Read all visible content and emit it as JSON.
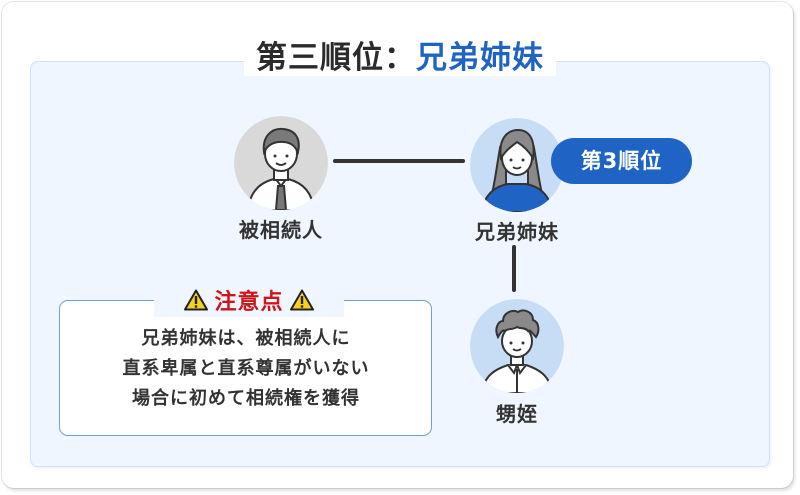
{
  "title": {
    "prefix": "第三順位：",
    "highlight": "兄弟姉妹"
  },
  "nodes": {
    "decedent": {
      "label": "被相続人",
      "icon": "man-with-tie-avatar",
      "circle_color": "#d9d9d9"
    },
    "siblings": {
      "label": "兄弟姉妹",
      "icon": "woman-long-hair-avatar",
      "circle_color": "#c7dcf5"
    },
    "nephews": {
      "label": "甥姪",
      "icon": "young-man-curly-hair-avatar",
      "circle_color": "#c7dcf5"
    }
  },
  "badge": {
    "label": "第3順位",
    "color": "#1f64c4"
  },
  "note": {
    "title": "注意点",
    "icon": "warning-icon",
    "lines": [
      "兄弟姉妹は、被相続人に",
      "直系卑属と直系尊属がいない",
      "場合に初めて相続権を獲得"
    ],
    "title_color": "#d0141a"
  },
  "colors": {
    "accent": "#1f64c4",
    "panel_bg": "#eff6ff",
    "panel_border": "#cfe1fb",
    "text": "#333333"
  }
}
